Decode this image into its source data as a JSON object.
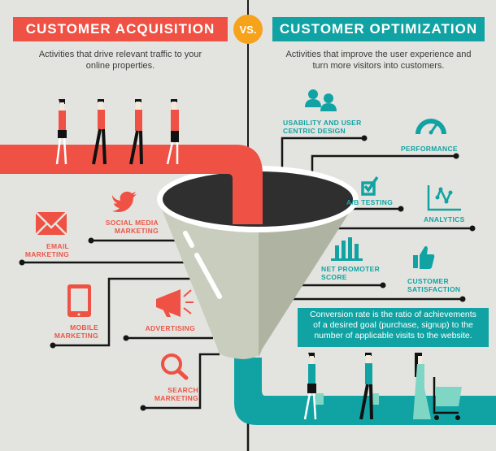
{
  "left": {
    "title": "CUSTOMER ACQUISITION",
    "subtitle_line1": "Activities that drive relevant traffic to your",
    "subtitle_line2": "online properties.",
    "color": "#ef5144",
    "items": [
      {
        "icon": "twitter-bird-icon",
        "line1": "SOCIAL MEDIA",
        "line2": "MARKETING"
      },
      {
        "icon": "envelope-icon",
        "line1": "EMAIL",
        "line2": "MARKETING"
      },
      {
        "icon": "tablet-icon",
        "line1": "MOBILE",
        "line2": "MARKETING"
      },
      {
        "icon": "megaphone-icon",
        "line1": "ADVERTISING",
        "line2": ""
      },
      {
        "icon": "magnifier-icon",
        "line1": "SEARCH",
        "line2": "MARKETING"
      }
    ]
  },
  "center": {
    "vs_label": "VS.",
    "vs_color": "#f7a21b"
  },
  "right": {
    "title": "CUSTOMER OPTIMIZATION",
    "subtitle_line1": "Activities that improve the user experience and",
    "subtitle_line2": "turn more visitors into customers.",
    "color": "#11a3a4",
    "items": [
      {
        "icon": "users-icon",
        "line1": "USABILITY AND USER",
        "line2": "CENTRIC DESIGN"
      },
      {
        "icon": "speedometer-icon",
        "line1": "PERFORMANCE",
        "line2": ""
      },
      {
        "icon": "checkbox-icon",
        "line1": "A/B TESTING",
        "line2": ""
      },
      {
        "icon": "line-chart-icon",
        "line1": "ANALYTICS",
        "line2": ""
      },
      {
        "icon": "bar-chart-icon",
        "line1": "NET PROMOTER",
        "line2": "SCORE"
      },
      {
        "icon": "thumbs-up-icon",
        "line1": "CUSTOMER",
        "line2": "SATISFACTION"
      }
    ],
    "conversion_line1": "Conversion rate is the ratio of achievements",
    "conversion_line2": "of a desired goal (purchase, signup) to the",
    "conversion_line3": "number of applicable visits to the website."
  }
}
